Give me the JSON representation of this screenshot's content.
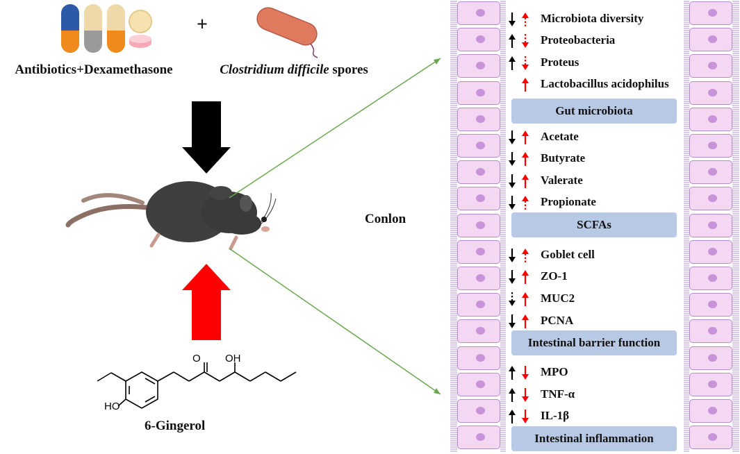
{
  "treatment": {
    "left_label": "Antibiotics+Dexamethasone",
    "plus": "+",
    "right_label_italic": "Clostridium difficile",
    "right_label_rest": " spores"
  },
  "compound": {
    "name": "6-Gingerol",
    "oh_label": "OH",
    "ho_label": "HO",
    "o_label": "O"
  },
  "tissue_label": "Conlon",
  "colors": {
    "decrease_arrow": "#000000",
    "increase_arrow": "#ff0000",
    "panel": "#b8c9e6",
    "cell_fill": "#f3d7f3",
    "connector": "#6aa84f"
  },
  "groups": [
    {
      "title": "Gut microbiota",
      "items": [
        {
          "label": "Microbiota diversity",
          "model": "down",
          "ginger": "up",
          "ginger_dashed": true
        },
        {
          "label": "Proteobacteria",
          "model": "up",
          "ginger": "down",
          "ginger_dashed": true
        },
        {
          "label": "Proteus",
          "model": "up",
          "ginger": "down",
          "ginger_dashed": true
        },
        {
          "label": "Lactobacillus acidophilus",
          "model": "",
          "ginger": "up",
          "ginger_dashed": false
        }
      ]
    },
    {
      "title": "SCFAs",
      "items": [
        {
          "label": "Acetate",
          "model": "down",
          "ginger": "up",
          "ginger_dashed": false
        },
        {
          "label": "Butyrate",
          "model": "down",
          "ginger": "up",
          "ginger_dashed": false
        },
        {
          "label": "Valerate",
          "model": "down",
          "ginger": "up",
          "ginger_dashed": false
        },
        {
          "label": "Propionate",
          "model": "down",
          "ginger": "up",
          "ginger_dashed": true
        }
      ]
    },
    {
      "title": "Intestinal barrier function",
      "items": [
        {
          "label": "Goblet cell",
          "model": "down",
          "ginger": "up",
          "ginger_dashed": true
        },
        {
          "label": "ZO-1",
          "model": "down",
          "ginger": "up",
          "ginger_dashed": false
        },
        {
          "label": "MUC2",
          "model": "down",
          "model_dashed": true,
          "ginger": "up",
          "ginger_dashed": false
        },
        {
          "label": "PCNA",
          "model": "down",
          "ginger": "up",
          "ginger_dashed": false
        }
      ]
    },
    {
      "title": "Intestinal inflammation",
      "items": [
        {
          "label": "MPO",
          "model": "up",
          "ginger": "down",
          "ginger_dashed": false
        },
        {
          "label": "TNF-α",
          "model": "up",
          "ginger": "down",
          "ginger_dashed": false
        },
        {
          "label": "IL-1β",
          "model": "up",
          "ginger": "down",
          "ginger_dashed": false
        }
      ]
    }
  ]
}
